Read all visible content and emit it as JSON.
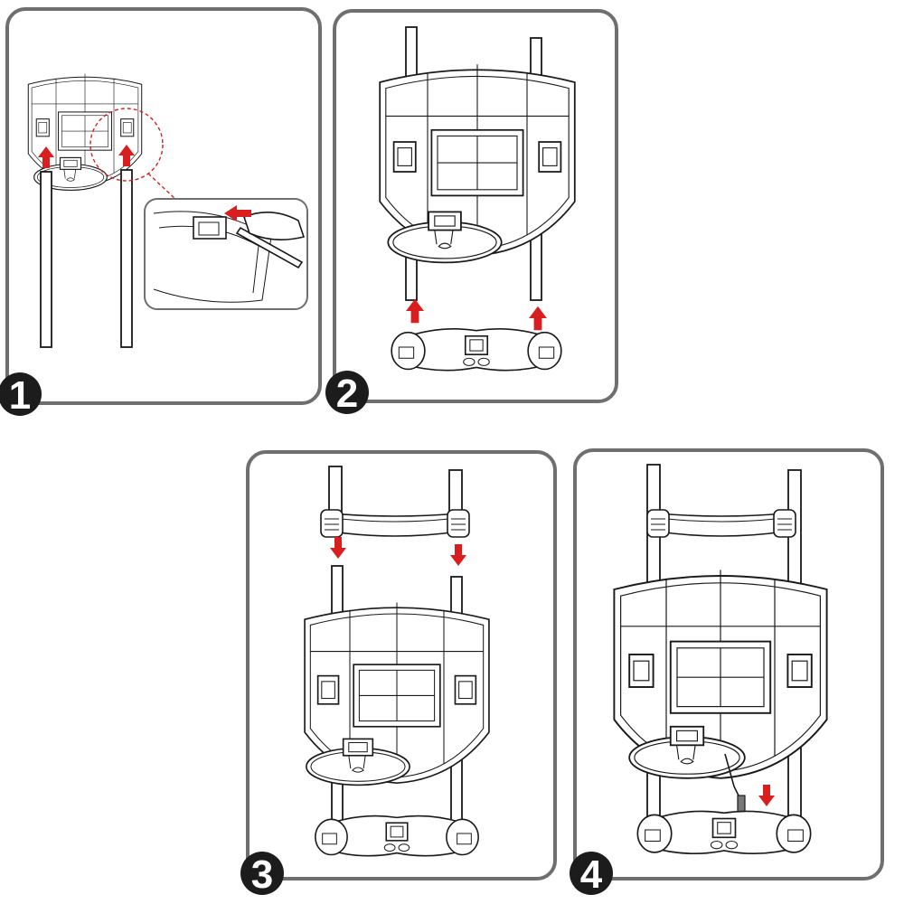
{
  "steps": [
    {
      "number": "1"
    },
    {
      "number": "2"
    },
    {
      "number": "3"
    },
    {
      "number": "4"
    }
  ],
  "colors": {
    "arrow": "#d81e1e",
    "frame": "#6f6f6f",
    "badge": "#1c1c1c"
  },
  "icons": [
    "up-arrow-icon",
    "down-arrow-icon",
    "left-arrow-icon"
  ]
}
